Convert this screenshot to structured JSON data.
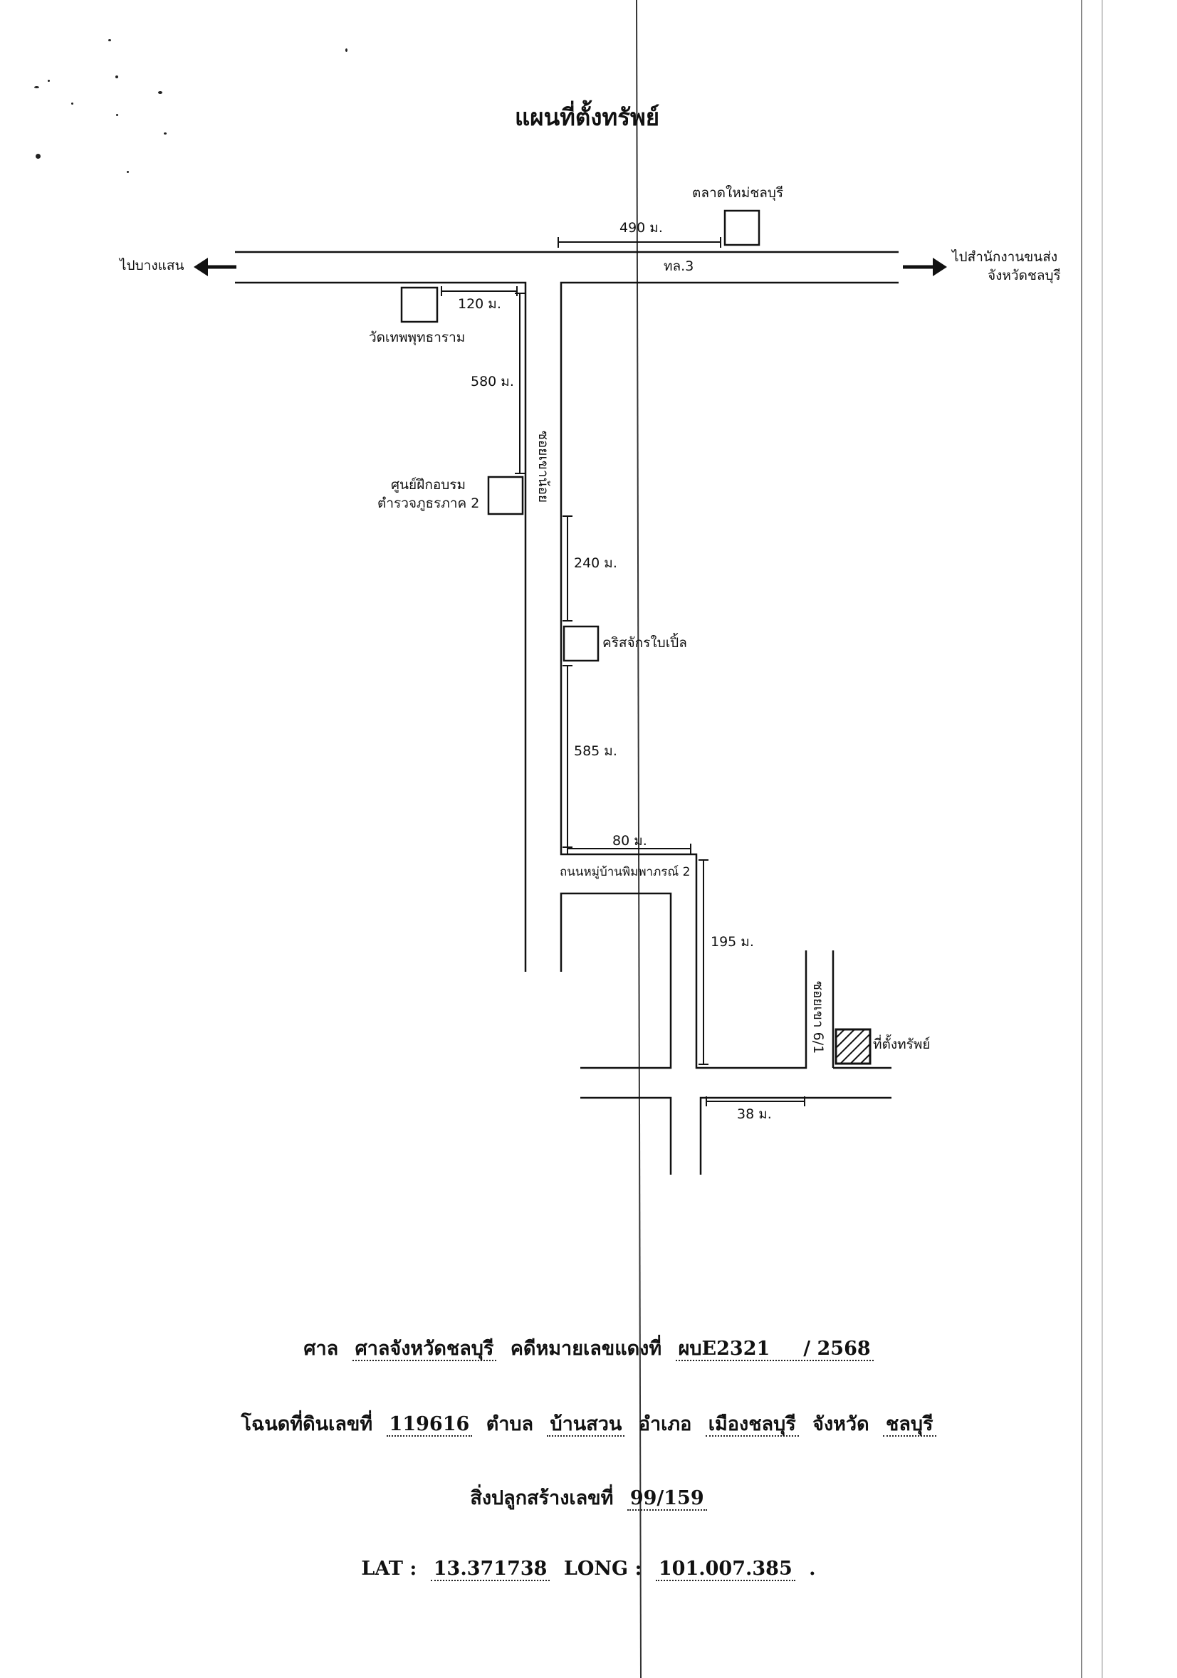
{
  "title": "แผนที่ตั้งทรัพย์",
  "landmarks": {
    "market": "ตลาดใหม่ชลบุรี",
    "to_bangsaen": "ไปบางแสน",
    "to_transport_office": [
      "ไปสำนักงานขนส่ง",
      "จังหวัดชลบุรี"
    ],
    "highway": "ทล.3",
    "temple": "วัดเทพพุทธาราม",
    "police_center": [
      "ศูนย์ฝึกอบรม",
      "ตำรวจภูธรภาค 2"
    ],
    "soi_main": "ซอยเขาน้อย",
    "church": "คริสจักรใบเปิ้ล",
    "village_road": "ถนนหมู่บ้านพิมพาภรณ์ 2",
    "soi_6_1": "ซอยเขา 6/1",
    "property": "ที่ตั้งทรัพย์"
  },
  "distances": {
    "d490": "490 ม.",
    "d120": "120 ม.",
    "d580": "580 ม.",
    "d240": "240 ม.",
    "d585": "585 ม.",
    "d80": "80 ม.",
    "d195": "195 ม.",
    "d38": "38 ม."
  },
  "footer": {
    "line1": {
      "k1": "ศาล",
      "court": "ศาลจังหวัดชลบุรี",
      "k2": "คดีหมายเลขแดงที่",
      "case": "ผบE2321     / 2568"
    },
    "line2": {
      "k1": "โฉนดที่ดินเลขที่",
      "deed": "119616",
      "k2": "ตำบล",
      "subdistrict": "บ้านสวน",
      "k3": "อำเภอ",
      "district": "เมืองชลบุรี",
      "k4": "จังหวัด",
      "province": "ชลบุรี"
    },
    "line3": {
      "k1": "สิ่งปลูกสร้างเลขที่",
      "building": "99/159"
    },
    "line4": {
      "k1": "LAT :",
      "lat": "13.371738",
      "k2": "LONG :",
      "long": "101.007.385",
      "dot": "."
    }
  }
}
